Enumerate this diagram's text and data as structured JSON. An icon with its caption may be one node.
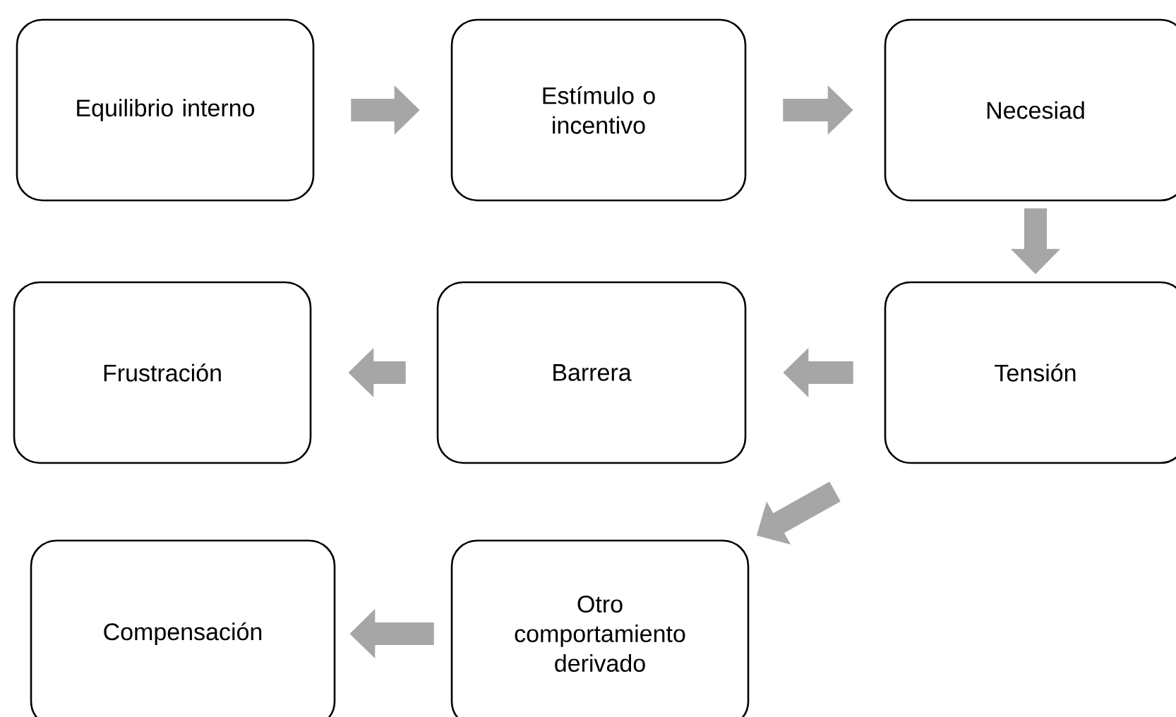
{
  "diagram": {
    "nodes": [
      {
        "text": [
          "Equilibrio interno"
        ]
      },
      {
        "text": [
          "Estímulo o incentivo"
        ]
      },
      {
        "text": [
          "Necesiad"
        ]
      },
      {
        "text": [
          "Frustración"
        ]
      },
      {
        "text": [
          "Barrera"
        ]
      },
      {
        "text": [
          "Tensión"
        ]
      },
      {
        "text": [
          "Compensación"
        ]
      },
      {
        "text": [
          "Otro comportamiento derivado"
        ]
      }
    ],
    "edges": [
      {
        "from": 0,
        "to": 1,
        "arrow": "to"
      },
      {
        "from": 1,
        "to": 2,
        "arrow": "to"
      },
      {
        "from": 2,
        "to": 5,
        "arrow": "to"
      },
      {
        "from": 5,
        "to": 4,
        "arrow": "to"
      },
      {
        "from": 4,
        "to": 3,
        "arrow": "to"
      },
      {
        "from": 5,
        "to": 7,
        "arrow": "to"
      },
      {
        "from": 7,
        "to": 6,
        "arrow": "to"
      }
    ]
  }
}
